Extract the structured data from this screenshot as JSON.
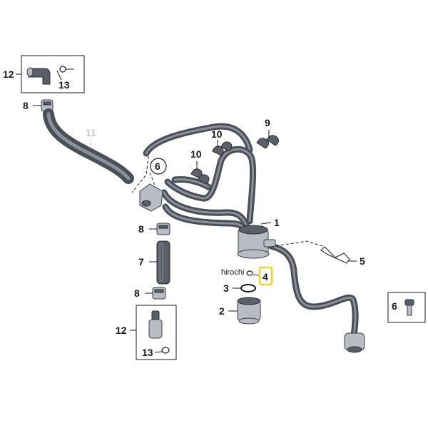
{
  "callouts": {
    "c1": "1",
    "c2": "2",
    "c3": "3",
    "c4": "4",
    "c5": "5",
    "c6_circle": "6",
    "c6_box": "6",
    "c7": "7",
    "c8_top": "8",
    "c8_mid": "8",
    "c8_low": "8",
    "c9": "9",
    "c10_a": "10",
    "c10_b": "10",
    "c11": "11",
    "c12_top": "12",
    "c12_low": "12",
    "c13_top": "13",
    "c13_low": "13"
  },
  "watermark": "hirochi",
  "colors": {
    "hose": "#4a4e57",
    "highlight": "#f2d21b"
  }
}
